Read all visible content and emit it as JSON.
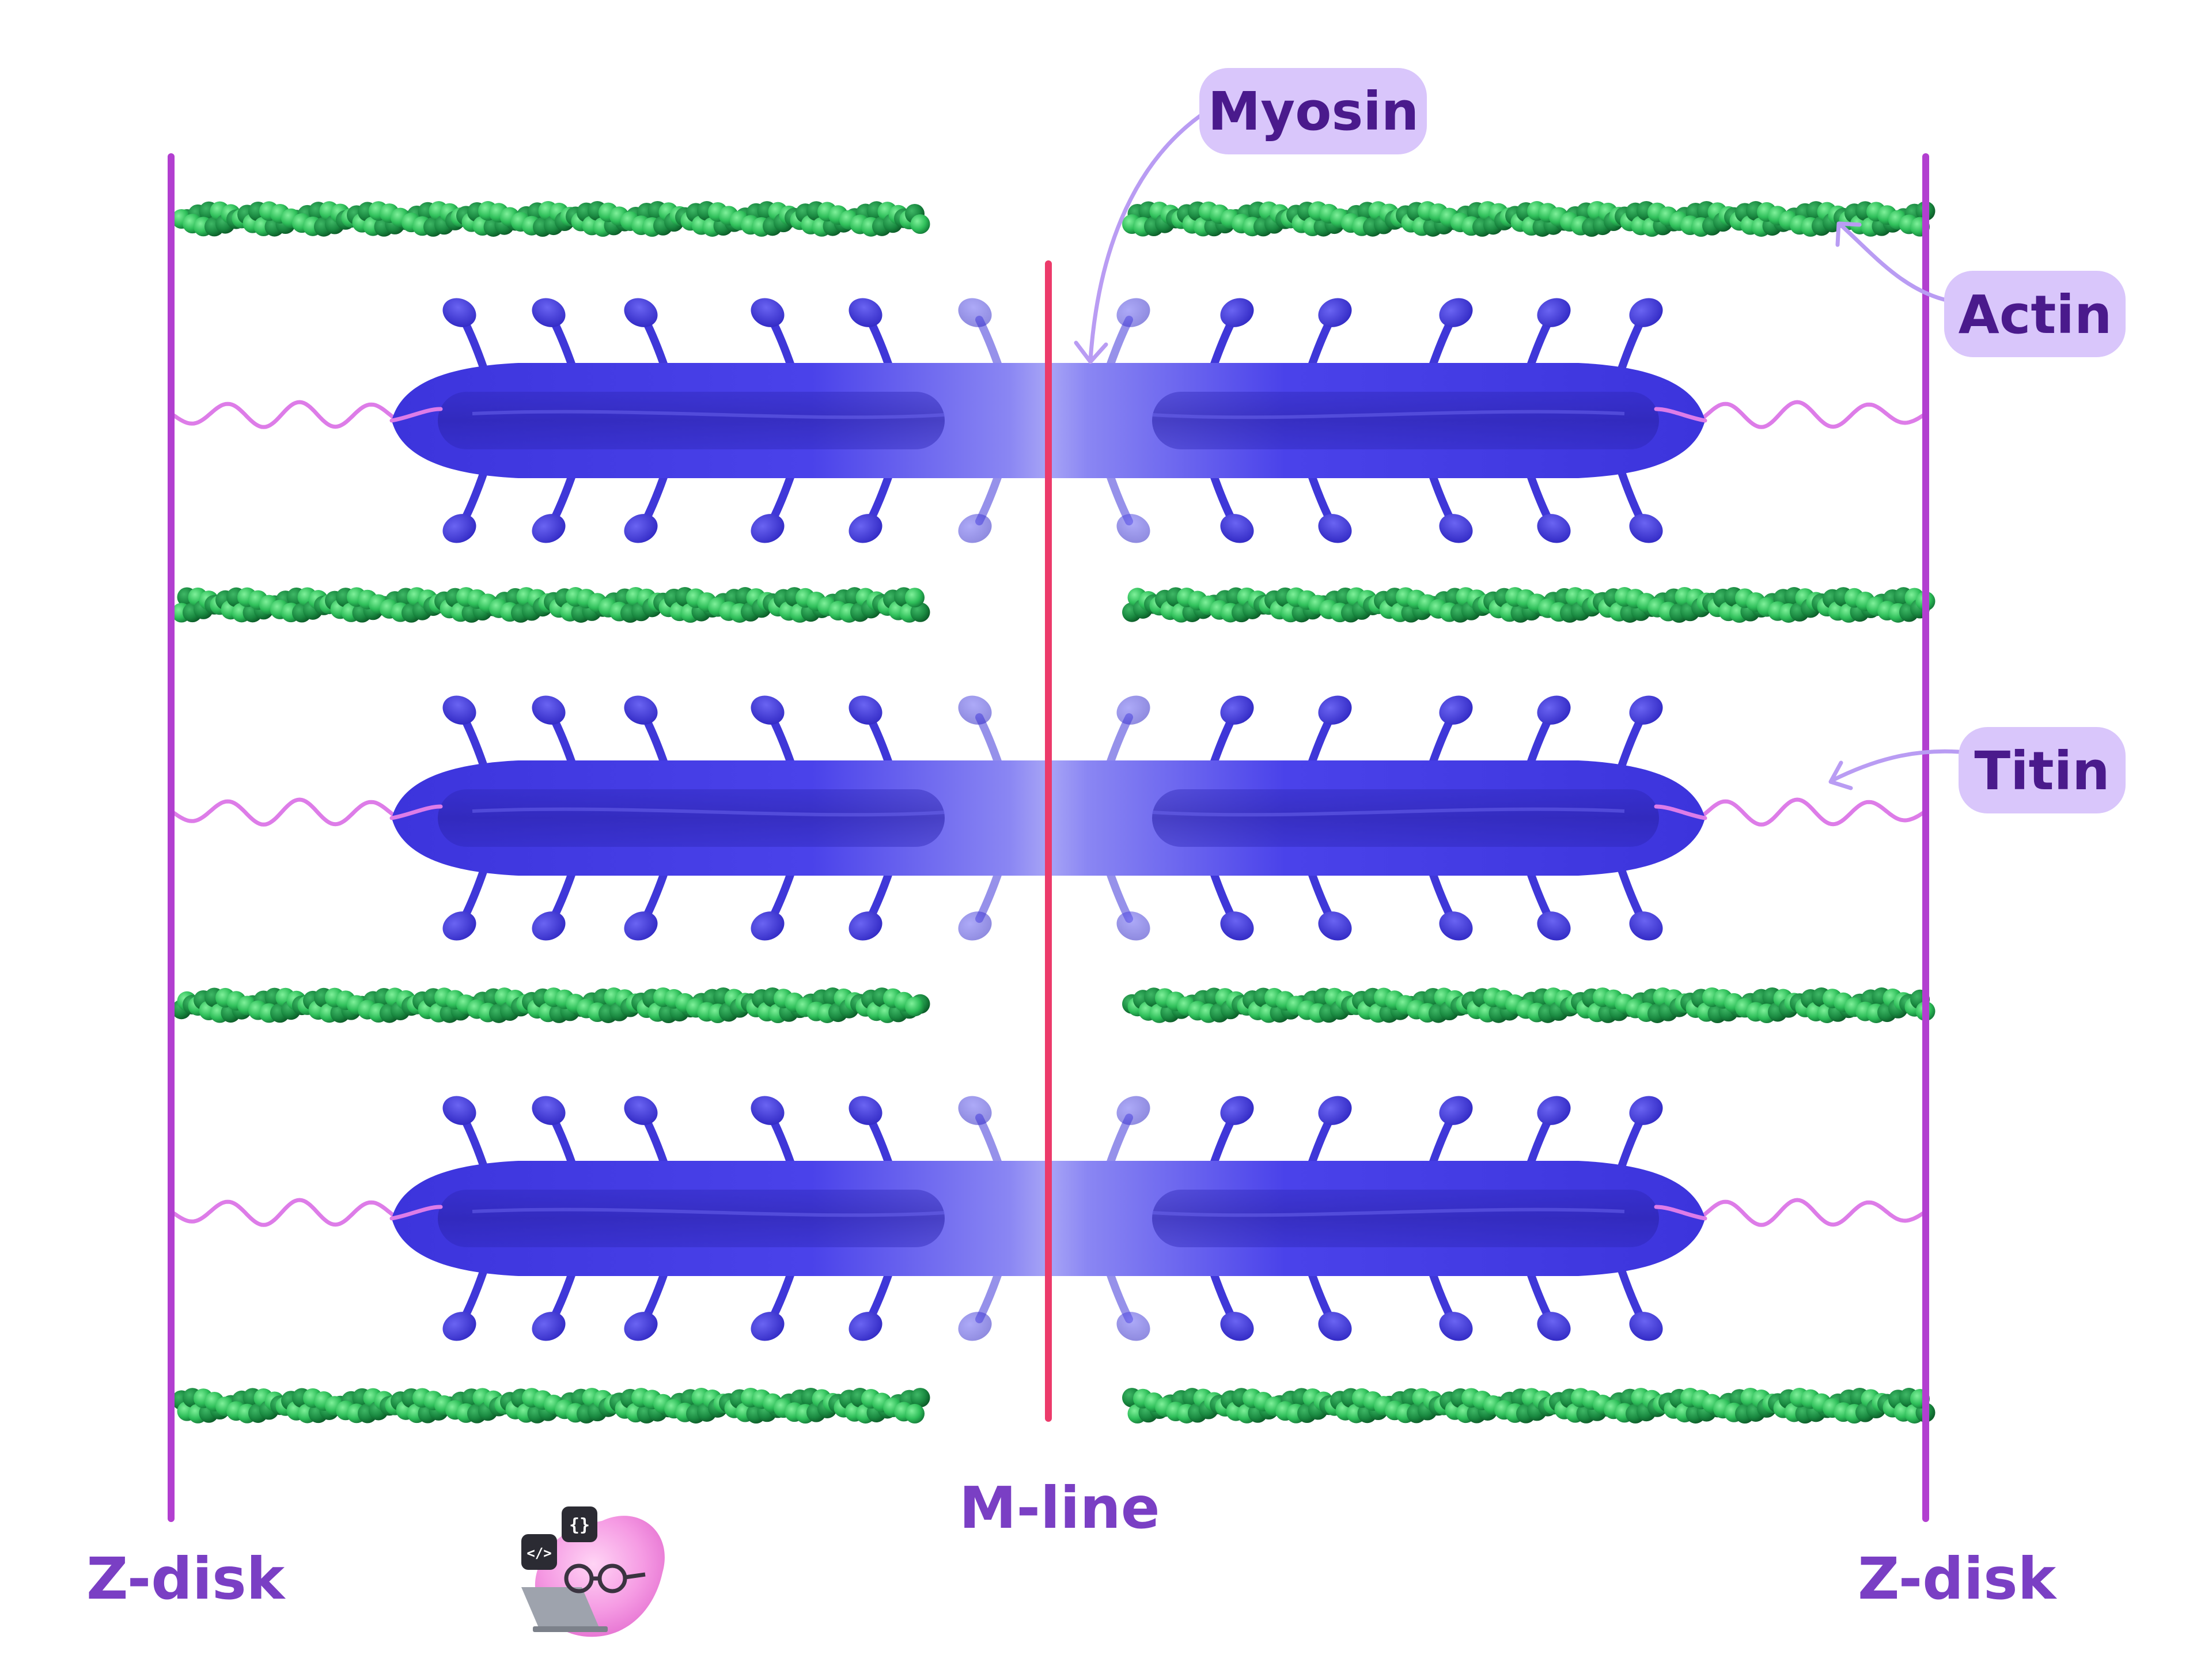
{
  "labels": {
    "z_disk_left": "Z-disk",
    "z_disk_right": "Z-disk",
    "m_line": "M-line",
    "myosin": "Myosin",
    "actin": "Actin",
    "titin": "Titin"
  },
  "logo": {
    "icon_top": "{}",
    "icon_left": "</>"
  },
  "colors": {
    "z_disk": "#b23fd0",
    "m_line": "#ec3b6b",
    "myosin": "#4b43ea",
    "myosin_dark": "#2e26b8",
    "actin_light": "#5ee37f",
    "actin_dark": "#0f7a35",
    "titin": "#dd7ce8",
    "label_text": "#7a3fc4",
    "tag_bg": "#d9c6fb",
    "tag_text": "#4a1a8c",
    "callout": "#b99cf3"
  }
}
